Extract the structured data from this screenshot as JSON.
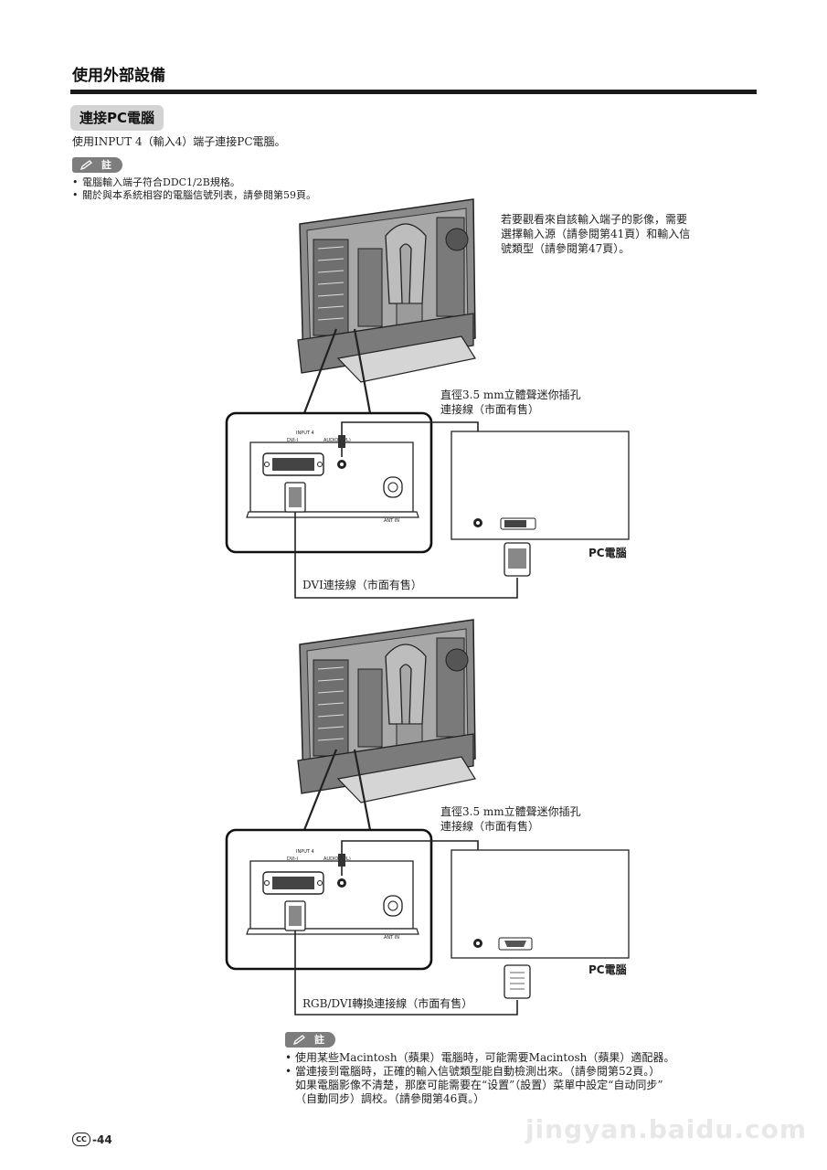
{
  "header": {
    "title": "使用外部設備"
  },
  "section": {
    "tab_label": "連接PC電腦",
    "intro": "使用INPUT 4（輸入4）端子連接PC電腦。"
  },
  "note_top": {
    "badge": "註",
    "items": [
      "電腦輸入端子符合DDC1/2B規格。",
      "關於與本系統相容的電腦信號列表，請參閱第59頁。"
    ]
  },
  "diagram1": {
    "side_note": [
      "若要觀看來自該輸入端子的影像，需要",
      "選擇輸入源（請參閱第41頁）和輸入信",
      "號類型（請參閱第47頁）。"
    ],
    "audio_cable_caption": [
      "直徑3.5 mm立體聲迷你插孔",
      "連接線（市面有售）"
    ],
    "dvi_cable_caption": "DVI連接線（市面有售）",
    "pc_label": "PC電腦",
    "panel_labels": {
      "input": "INPUT 4",
      "dvi": "DVI-I",
      "audio": "AUDIO (R/L)",
      "ant": "ANT IN"
    }
  },
  "diagram2": {
    "audio_cable_caption": [
      "直徑3.5 mm立體聲迷你插孔",
      "連接線（市面有售）"
    ],
    "rgb_cable_caption": "RGB/DVI轉換連接線（市面有售）",
    "pc_label": "PC電腦",
    "panel_labels": {
      "input": "INPUT 4",
      "dvi": "DVI-I",
      "audio": "AUDIO (R/L)",
      "ant": "ANT IN"
    }
  },
  "note_bottom": {
    "badge": "註",
    "items": [
      "使用某些Macintosh（蘋果）電腦時，可能需要Macintosh（蘋果）適配器。",
      "當連接到電腦時，正確的輸入信號類型能自動檢測出來。（請參閱第52頁。）",
      "如果電腦影像不清楚，那麼可能需要在“设置”（設置）菜單中設定“自动同步”",
      "（自動同步）調校。（請參閱第46頁。）"
    ]
  },
  "footer": {
    "cc": "CC",
    "page": "-44"
  },
  "watermark": "jingyan.baidu.com"
}
